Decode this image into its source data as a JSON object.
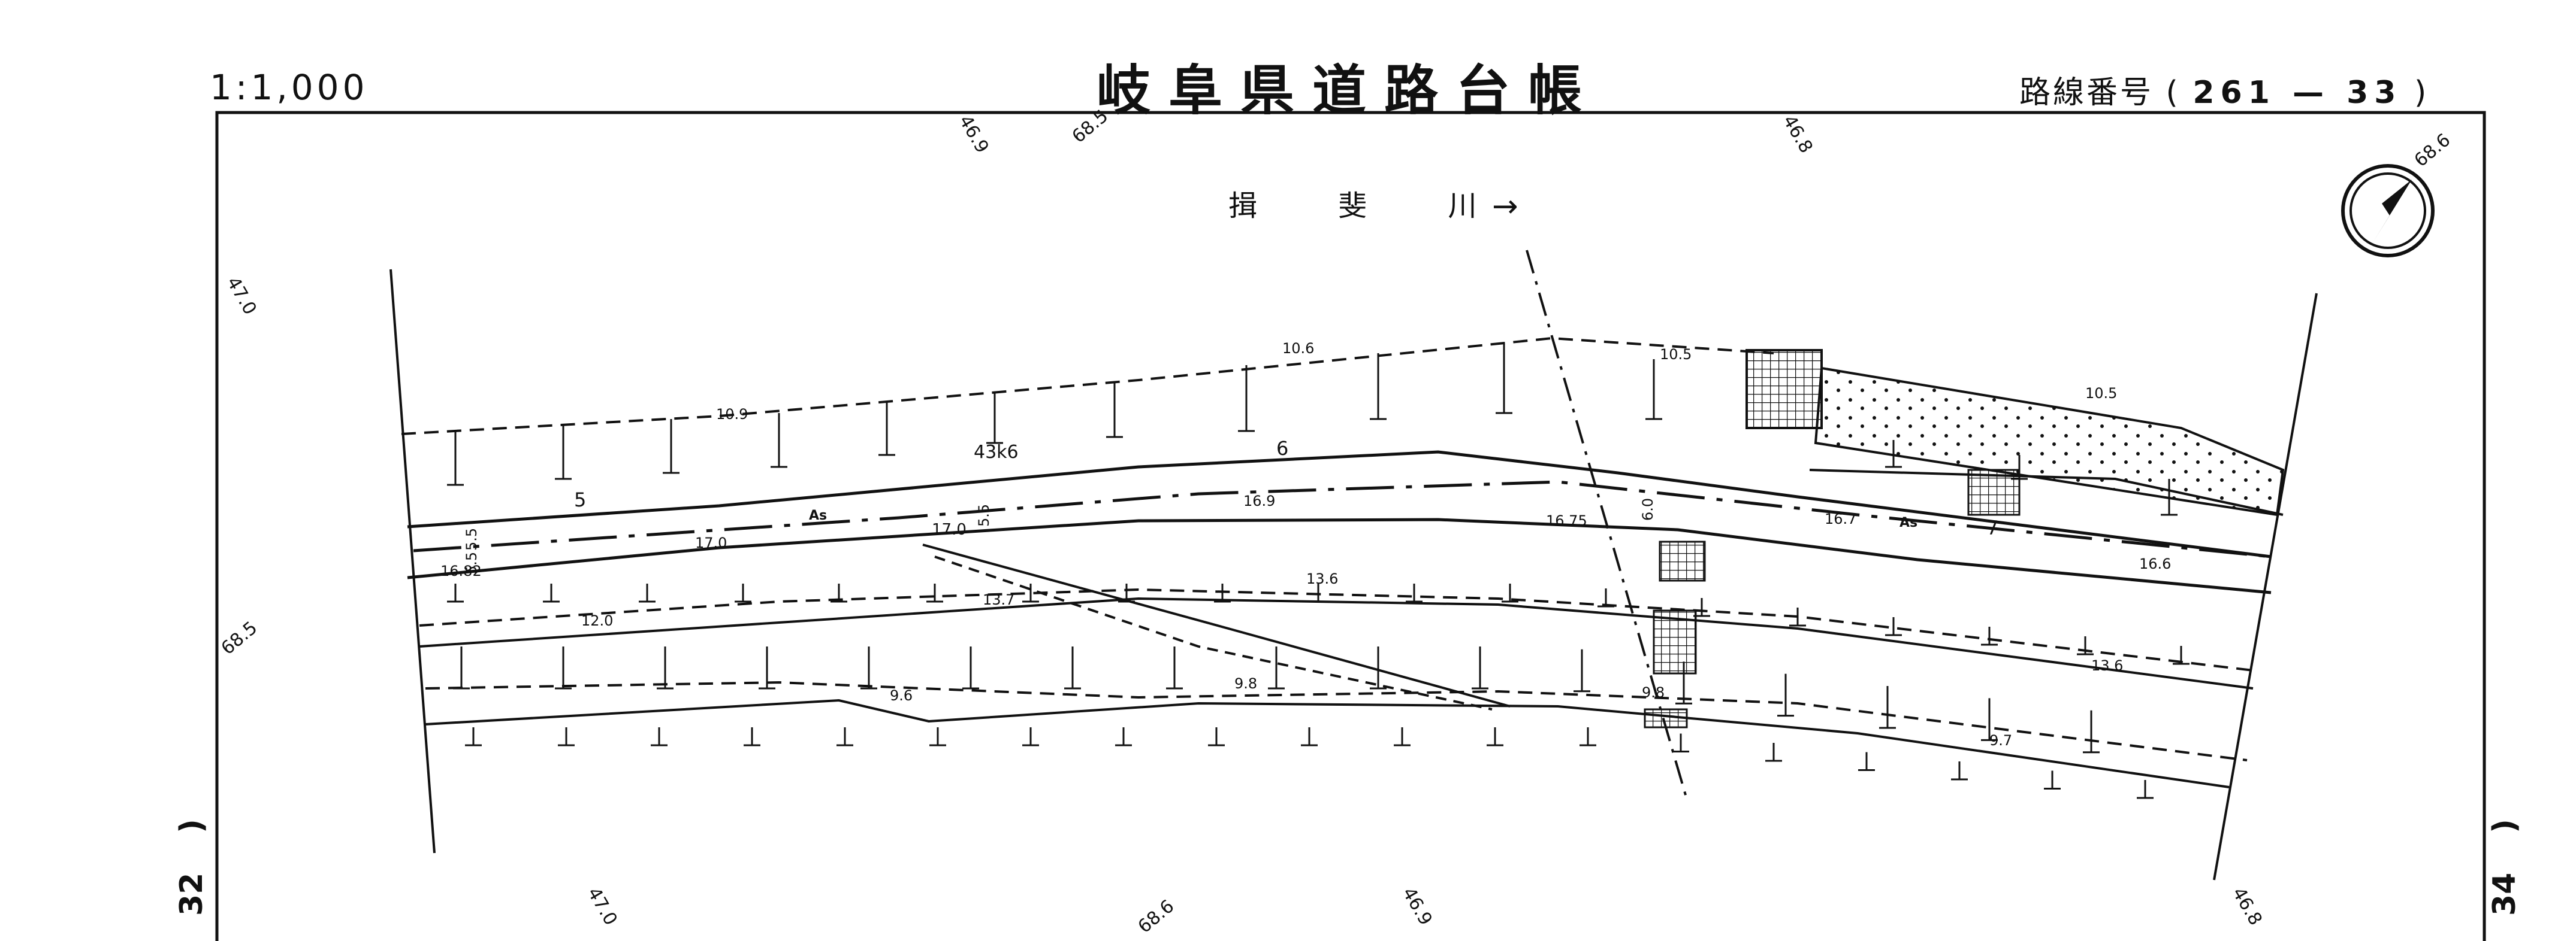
{
  "header": {
    "scale": "1:1,000",
    "title": "岐阜県道路台帳",
    "route_label": "路線番号",
    "route_open": "(",
    "route_number": "261 — 33",
    "route_close": ")"
  },
  "sheet_refs": {
    "left": "32",
    "right": "34",
    "paren": ")"
  },
  "river": {
    "name": "揖 斐 川",
    "arrow": "→"
  },
  "north_arrow": "north-arrow-icon",
  "border_coords": {
    "top": [
      "46.9",
      "68.5",
      "46.8",
      "68.6"
    ],
    "left": [
      "47.0",
      "68.5"
    ],
    "bottom": [
      "47.0",
      "68.6",
      "46.9",
      "46.8"
    ]
  },
  "kilometer_post": "43k6",
  "station_marks": [
    "5",
    "6",
    "7"
  ],
  "surface_labels": [
    "As",
    "As"
  ],
  "widths": [
    "5.5",
    "5.5",
    "5.5",
    "6.0"
  ],
  "elevations": {
    "upper": [
      "10.9",
      "10.6",
      "10.5",
      "10.5"
    ],
    "road": [
      "16.82",
      "17.0",
      "17.0",
      "16.9",
      "16.75",
      "16.7",
      "16.6"
    ],
    "middle": [
      "12.0",
      "13.7",
      "13.6",
      "13.6"
    ],
    "lower": [
      "9.6",
      "9.8",
      "9.8",
      "9.7"
    ]
  }
}
